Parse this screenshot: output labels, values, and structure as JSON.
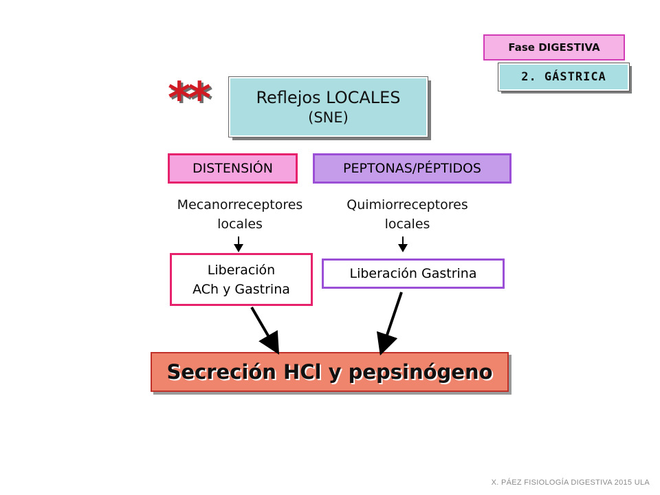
{
  "phase": {
    "label": "Fase DIGESTIVA",
    "sub_label": "2. GÁSTRICA"
  },
  "marker": "**",
  "reflejos": {
    "title": "Reflejos LOCALES",
    "subtitle": "(SNE)"
  },
  "stimuli": {
    "left": "DISTENSIÓN",
    "right": "PEPTONAS/PÉPTIDOS"
  },
  "receptors": {
    "left_line1": "Mecanorreceptores",
    "left_line2": "locales",
    "right_line1": "Quimiorreceptores",
    "right_line2": "locales"
  },
  "releases": {
    "left_line1": "Liberación",
    "left_line2": "ACh y Gastrina",
    "right": "Liberación Gastrina"
  },
  "result": "Secreción HCl y pepsinógeno",
  "footer": "X. PÁEZ  FISIOLOGÍA DIGESTIVA 2015 ULA",
  "colors": {
    "pink_border": "#e5226b",
    "purple_border": "#9b4ed6",
    "cyan_fill": "#abdde1",
    "salmon_fill": "#f0856d",
    "asterisk_red": "#d01b25"
  }
}
